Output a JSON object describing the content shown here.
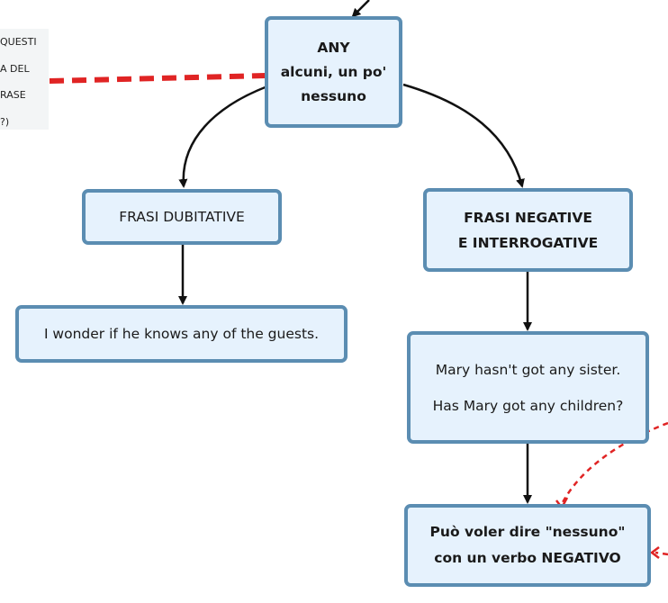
{
  "side_note": {
    "lines": [
      "QUESTI",
      "A DEL",
      "RASE",
      "?)"
    ]
  },
  "nodes": {
    "any": {
      "lines": [
        "ANY",
        "alcuni, un po'",
        "nessuno"
      ]
    },
    "dubitative": {
      "lines": [
        "FRASI DUBITATIVE"
      ]
    },
    "negative": {
      "lines": [
        "FRASI NEGATIVE",
        "E INTERROGATIVE"
      ]
    },
    "wonder": {
      "lines": [
        "I wonder if he knows any of the guests."
      ]
    },
    "mary": {
      "lines": [
        "Mary hasn't got any sister.",
        "Has Mary got any children?"
      ]
    },
    "nessuno": {
      "lines": [
        "Può voler dire \"nessuno\"",
        "con un verbo  NEGATIVO"
      ]
    }
  },
  "colors": {
    "node_fill": "#e6f2fd",
    "node_border": "#5b8db2",
    "arrow": "#111111",
    "dashed_link": "#e02424"
  }
}
